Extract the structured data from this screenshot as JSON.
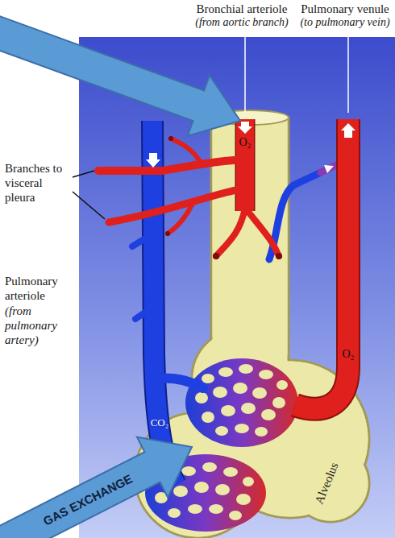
{
  "diagram": {
    "labels": [
      "Bronchial arteriole",
      "(from aortic branch)",
      "Pulmonary venule",
      "(to pulmonary vein)",
      "Branches to visceral pleura",
      "Pulmonary arteriole",
      "(from pulmonary artery)",
      "O₂",
      "O₂",
      "CO₂",
      "Alveolus",
      "GAS EXCHANGE"
    ]
  }
}
